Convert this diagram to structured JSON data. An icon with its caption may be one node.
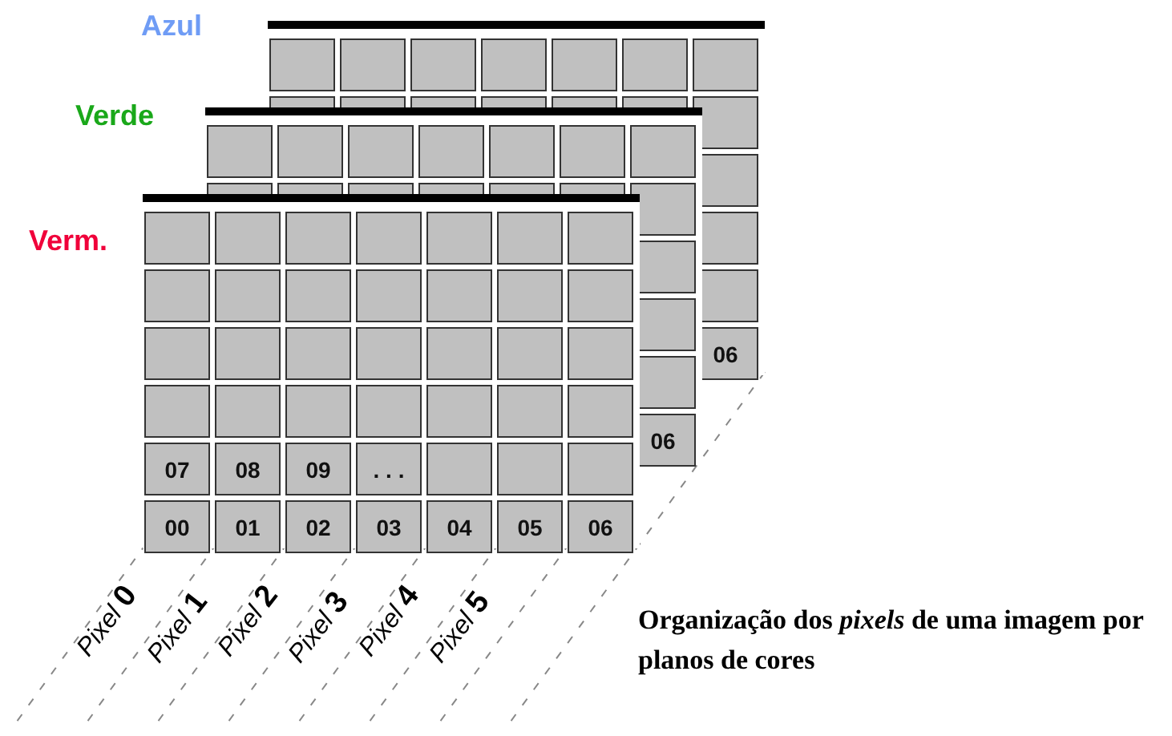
{
  "diagram": {
    "caption": "Organização dos *pixels* de uma imagem por planos de cores",
    "labels": [
      "Azul",
      "06",
      "Verde",
      "06",
      "Verm.",
      "07",
      "08",
      "09",
      ". . .",
      "00",
      "01",
      "02",
      "03",
      "04",
      "05",
      "06",
      "Pixel **0**",
      "Pixel **1**",
      "Pixel **2**",
      "Pixel **3**",
      "Pixel **4**",
      "Pixel **5**"
    ]
  }
}
